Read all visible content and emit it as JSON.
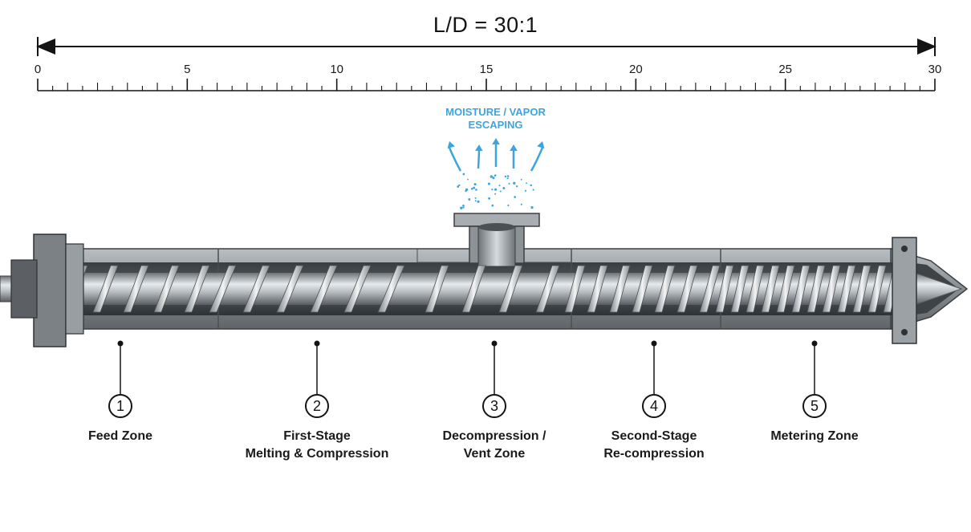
{
  "title": "L/D = 30:1",
  "ruler": {
    "min": 0,
    "max": 30,
    "major_labels": [
      "0",
      "5",
      "10",
      "15",
      "20",
      "25",
      "30"
    ]
  },
  "vapor": {
    "line1": "MOISTURE / VAPOR",
    "line2": "ESCAPING"
  },
  "zones": [
    {
      "number": "1",
      "line1": "Feed Zone",
      "line2": ""
    },
    {
      "number": "2",
      "line1": "First-Stage",
      "line2": "Melting & Compression"
    },
    {
      "number": "3",
      "line1": "Decompression /",
      "line2": "Vent Zone"
    },
    {
      "number": "4",
      "line1": "Second-Stage",
      "line2": "Re-compression"
    },
    {
      "number": "5",
      "line1": "Metering Zone",
      "line2": ""
    }
  ],
  "colors": {
    "ink": "#141414",
    "vapor": "#3aa5e0",
    "barrel": "#8c9296",
    "screw": "#c9ced2"
  }
}
